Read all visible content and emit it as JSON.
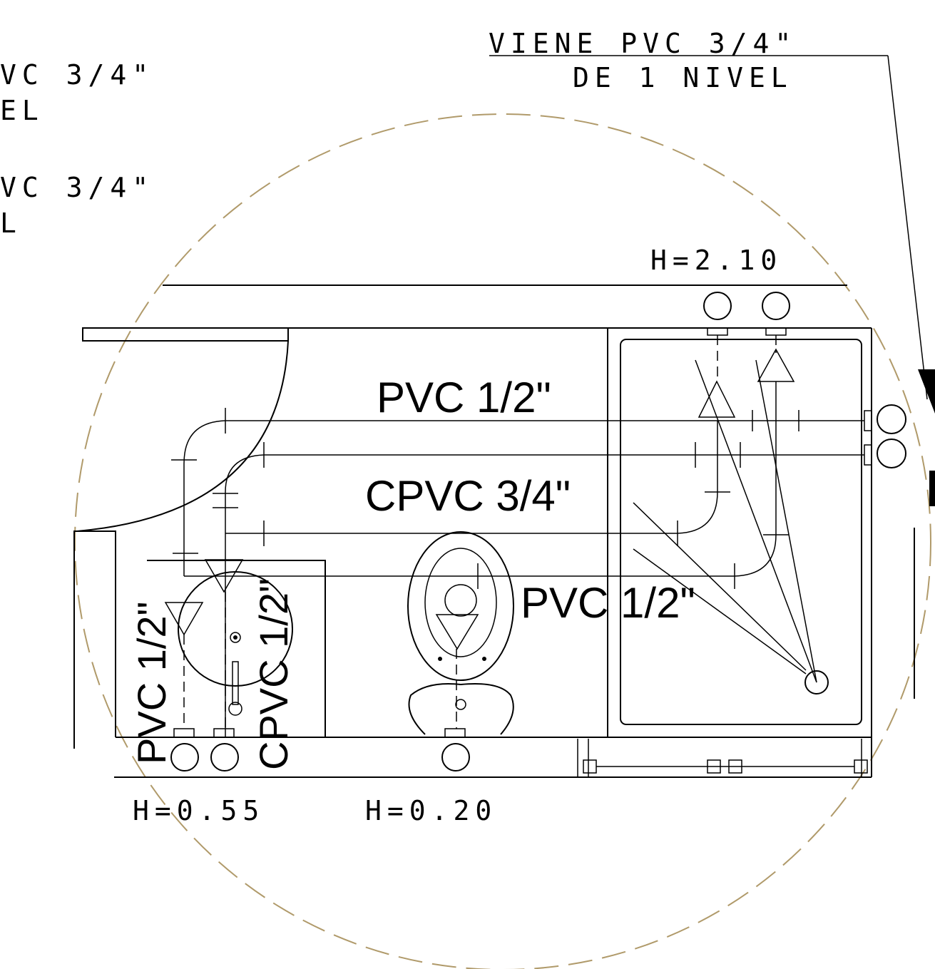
{
  "notes": {
    "top_right_line1": "VIENE PVC 3/4\"",
    "top_right_line2": "DE 1 NIVEL",
    "left_a_line1": "VC 3/4\"",
    "left_a_line2": "EL",
    "left_b_line1": "VC 3/4\"",
    "left_b_line2": "L"
  },
  "heights": {
    "shower": "H=2.10",
    "lavatory": "H=0.55",
    "toilet": "H=0.20"
  },
  "pipes": {
    "top": "PVC 1/2\"",
    "middle": "CPVC 3/4\"",
    "right": "PVC 1/2\"",
    "vertical_left": "PVC 1/2\"",
    "vertical_right": "CPVC 1/2\""
  },
  "colors": {
    "line": "#000000",
    "detail_circle": "#b09a6a",
    "background": "#ffffff"
  }
}
